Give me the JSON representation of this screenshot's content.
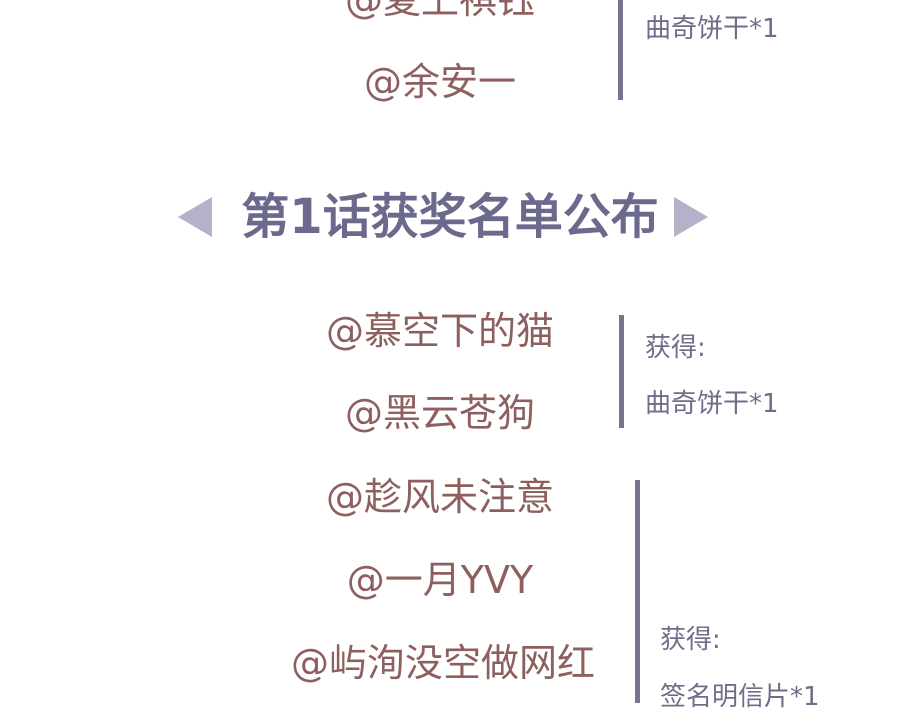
{
  "previous_section": {
    "names": [
      "@夏上祺钰",
      "@余安一"
    ],
    "gift": "曲奇饼干*1"
  },
  "title": "第1话获奖名单公布",
  "group1": {
    "names": [
      "@慕空下的猫",
      "@黑云苍狗"
    ],
    "gift_label": "获得:",
    "gift": "曲奇饼干*1"
  },
  "group2": {
    "names": [
      "@趁风未注意",
      "@一月YVY",
      "@屿洵没空做网红"
    ],
    "gift_label": "获得:",
    "gift": "签名明信片*1"
  },
  "colors": {
    "name": "#8e5f5f",
    "gift": "#6f6d88",
    "bar": "#77748f",
    "title": "#6c6a8c",
    "arrow": "#b4b2c8"
  }
}
